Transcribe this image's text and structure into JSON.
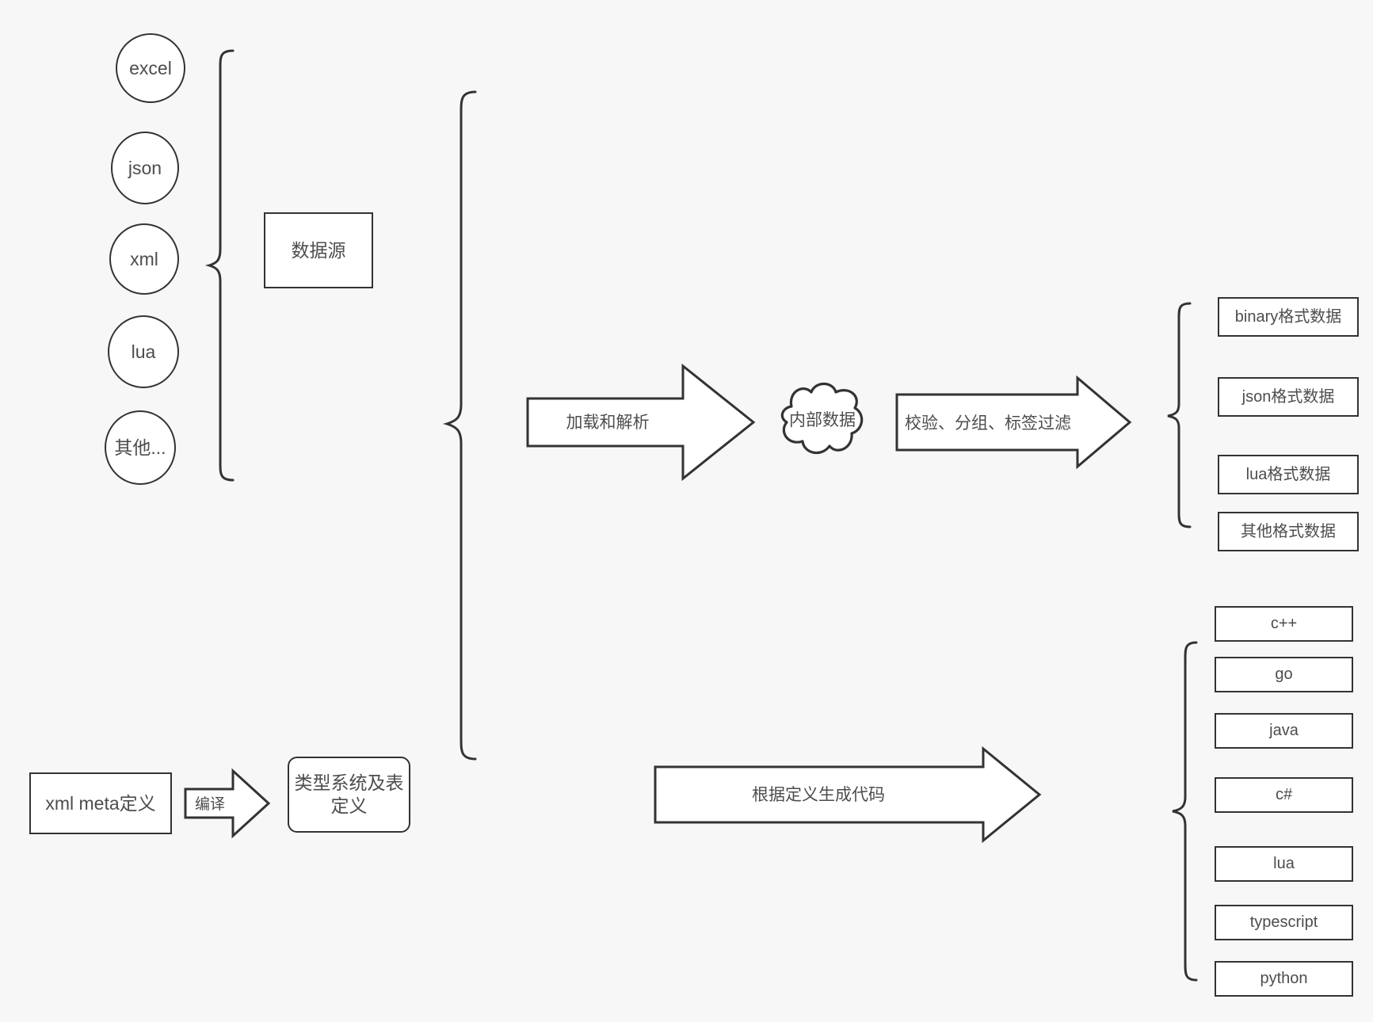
{
  "diagram": {
    "title": "data pipeline architecture diagram",
    "background_color": "#f7f7f7",
    "stroke_color": "#333333",
    "text_color": "#4d4d4d",
    "fill_color": "#ffffff"
  },
  "data_sources": {
    "items": [
      {
        "label": "excel"
      },
      {
        "label": "json"
      },
      {
        "label": "xml"
      },
      {
        "label": "lua"
      },
      {
        "label": "其他..."
      }
    ],
    "group_box_label": "数据源"
  },
  "meta": {
    "source_label": "xml meta定义",
    "compile_arrow_label": "编译",
    "target_label": "类型系统及表定义"
  },
  "pipeline": {
    "load_arrow_label": "加载和解析",
    "internal_data_label": "内部数据",
    "filter_arrow_label": "校验、分组、标签过滤",
    "codegen_arrow_label": "根据定义生成代码"
  },
  "outputs": {
    "formats": [
      {
        "label": "binary格式数据"
      },
      {
        "label": "json格式数据"
      },
      {
        "label": "lua格式数据"
      },
      {
        "label": "其他格式数据"
      }
    ],
    "languages": [
      {
        "label": "c++"
      },
      {
        "label": "go"
      },
      {
        "label": "java"
      },
      {
        "label": "c#"
      },
      {
        "label": "lua"
      },
      {
        "label": "typescript"
      },
      {
        "label": "python"
      }
    ]
  }
}
